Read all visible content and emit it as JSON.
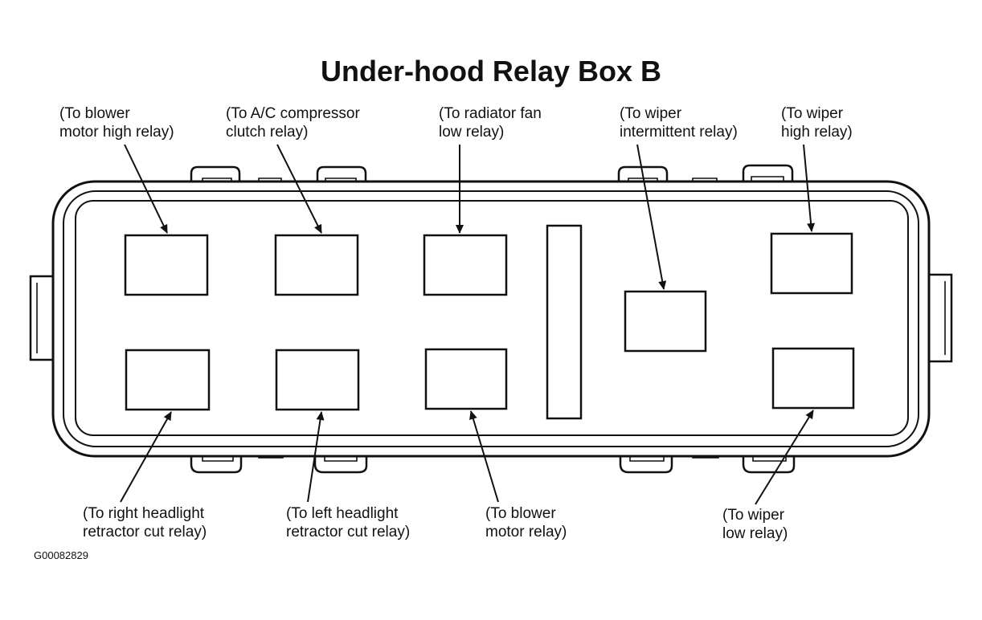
{
  "title": "Under-hood Relay Box B",
  "figure_code": "G00082829",
  "labels": {
    "blower_high": [
      "(To blower",
      "motor high relay)"
    ],
    "ac_clutch": [
      "(To A/C compressor",
      "clutch relay)"
    ],
    "radiator_fan_low": [
      "(To radiator fan",
      "low relay)"
    ],
    "wiper_intermittent": [
      "(To wiper",
      "intermittent relay)"
    ],
    "wiper_high": [
      "(To wiper",
      "high relay)"
    ],
    "right_headlight": [
      "(To right headlight",
      "retractor cut relay)"
    ],
    "left_headlight": [
      "(To left headlight",
      "retractor cut relay)"
    ],
    "blower_motor": [
      "(To blower",
      "motor relay)"
    ],
    "wiper_low": [
      "(To wiper",
      "low relay)"
    ]
  }
}
